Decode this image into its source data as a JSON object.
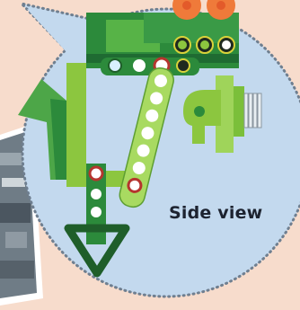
{
  "caption": "Side view",
  "colors": {
    "background": "#f7dccc",
    "bubble": "#c3d9ee",
    "bubble_outline": "#6f7f90",
    "lime": "#8cc63f",
    "green": "#2c8a3b",
    "dark_green": "#1f5e2a",
    "light_green": "#9fd45a",
    "orange": "#ef7a3a",
    "red_ring": "#b5352e"
  },
  "icons": [
    "speech-bubble",
    "photo-card",
    "lego-model-side-view"
  ]
}
